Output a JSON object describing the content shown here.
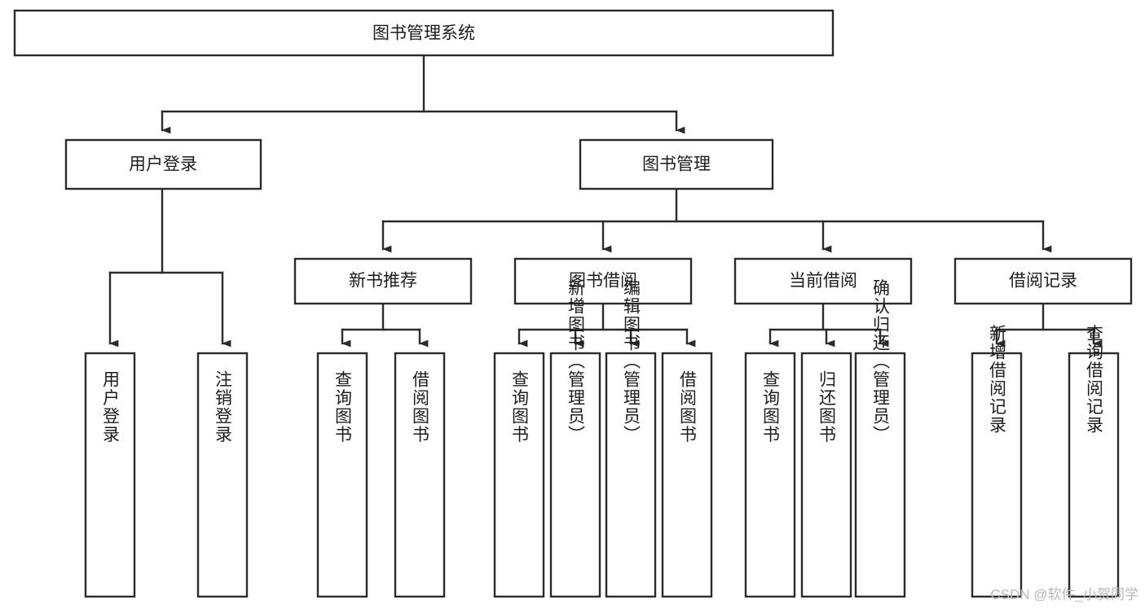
{
  "diagram": {
    "type": "tree-hierarchy",
    "title": "图书管理系统",
    "root": {
      "label": "图书管理系统"
    },
    "level2": [
      {
        "label": "用户登录"
      },
      {
        "label": "图书管理"
      }
    ],
    "level3": [
      {
        "label": "新书推荐"
      },
      {
        "label": "图书借阅"
      },
      {
        "label": "当前借阅"
      },
      {
        "label": "借阅记录"
      }
    ],
    "leaves": {
      "user_login": [
        {
          "label": "用户登录"
        },
        {
          "label": "注销登录"
        }
      ],
      "new_book_recommend": [
        {
          "label": "查询图书"
        },
        {
          "label": "借阅图书"
        }
      ],
      "book_borrow": [
        {
          "label": "查询图书"
        },
        {
          "label": "新增图书（管理员）"
        },
        {
          "label": "编辑图书（管理员）"
        },
        {
          "label": "借阅图书"
        }
      ],
      "current_borrow": [
        {
          "label": "查询图书"
        },
        {
          "label": "归还图书"
        },
        {
          "label": "确认归还（管理员）"
        }
      ],
      "borrow_record": [
        {
          "label": "新增借阅记录"
        },
        {
          "label": "查询借阅记录"
        }
      ]
    },
    "watermark": "CSDN @软件_小贺同学",
    "colors": {
      "stroke": "#2b2b2b",
      "fill": "#ffffff",
      "text": "#1d1d1d",
      "watermark": "#b8b8b8"
    }
  }
}
